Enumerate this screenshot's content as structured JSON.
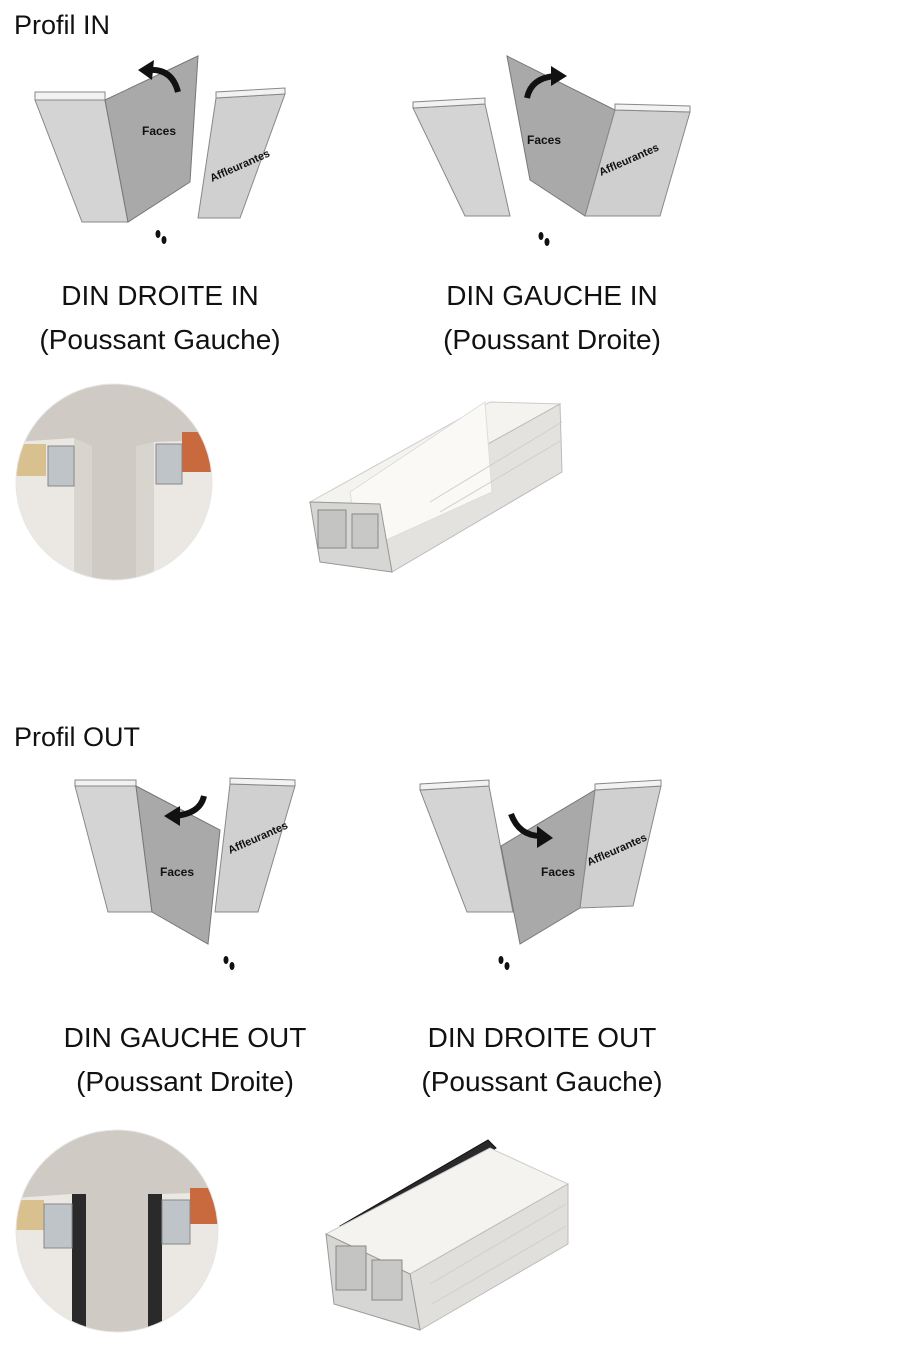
{
  "sections": [
    {
      "title": "Profil IN",
      "diagrams": [
        {
          "face_label": "Faces",
          "flush_label": "Affleurantes",
          "caption_line1": "DIN DROITE IN",
          "caption_line2": "(Poussant Gauche)"
        },
        {
          "face_label": "Faces",
          "flush_label": "Affleurantes",
          "caption_line1": "DIN GAUCHE IN",
          "caption_line2": "(Poussant Droite)"
        }
      ]
    },
    {
      "title": "Profil OUT",
      "diagrams": [
        {
          "face_label": "Faces",
          "flush_label": "Affleurantes",
          "caption_line1": "DIN GAUCHE OUT",
          "caption_line2": "(Poussant Droite)"
        },
        {
          "face_label": "Faces",
          "flush_label": "Affleurantes",
          "caption_line1": "DIN DROITE OUT",
          "caption_line2": "(Poussant Gauche)"
        }
      ]
    }
  ],
  "colors": {
    "panel_light": "#d4d4d4",
    "panel_dark": "#a9a9a9",
    "panel_edge": "#f2f2f2",
    "arrow": "#111111",
    "wall": "#cfcac3",
    "wood": "#c8693e",
    "seal": "#2a2a2a"
  }
}
